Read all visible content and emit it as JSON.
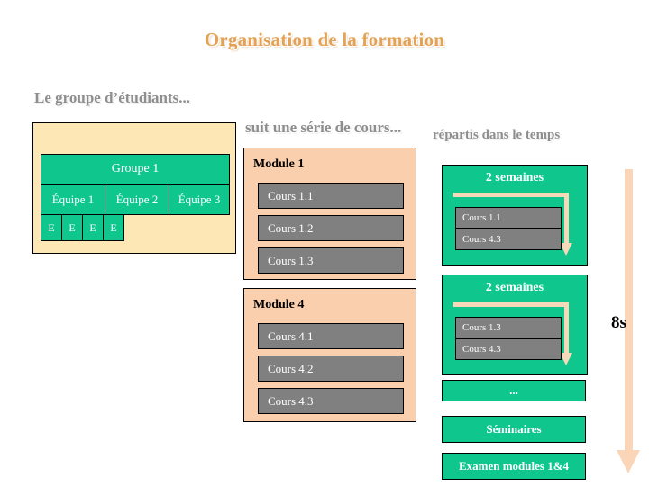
{
  "slide": {
    "title": "Organisation de la formation",
    "title_color": "#e3a255",
    "background": "#ffffff"
  },
  "captions": {
    "groupe": "Le groupe d’étudiants...",
    "cours": "suit une série de cours...",
    "repartis": "répartis dans le temps",
    "color": "#8e8e8e"
  },
  "group_panel": {
    "background": "#fce7b5",
    "cell_color": "#0fc78d",
    "group_label": "Groupe 1",
    "teams": [
      {
        "label": "Équipe 1"
      },
      {
        "label": "Équipe 2"
      },
      {
        "label": "Équipe 3"
      }
    ],
    "students": [
      {
        "label": "E"
      },
      {
        "label": "E"
      },
      {
        "label": "E"
      },
      {
        "label": "E"
      }
    ]
  },
  "modules": [
    {
      "title": "Module 1",
      "background": "#facfad",
      "courses": [
        {
          "label": "Cours 1.1"
        },
        {
          "label": "Cours 1.2"
        },
        {
          "label": "Cours 1.3"
        }
      ]
    },
    {
      "title": "Module 4",
      "background": "#facfad",
      "courses": [
        {
          "label": "Cours 4.1"
        },
        {
          "label": "Cours 4.2"
        },
        {
          "label": "Cours 4.3"
        }
      ]
    }
  ],
  "timeline": {
    "block_color": "#0fc78d",
    "arrow_color": "#f6d8bb",
    "blocks": [
      {
        "title": "2 semaines",
        "courses": [
          {
            "label": "Cours 1.1"
          },
          {
            "label": "Cours 4.3"
          }
        ]
      },
      {
        "title": "2 semaines",
        "courses": [
          {
            "label": "Cours 1.3"
          },
          {
            "label": "Cours 4.3"
          }
        ]
      }
    ],
    "ellipsis": "...",
    "seminar": "Séminaires",
    "exam": "Examen modules 1&4"
  },
  "time_arrow": {
    "label": "8s",
    "color": "#fad5b8"
  }
}
